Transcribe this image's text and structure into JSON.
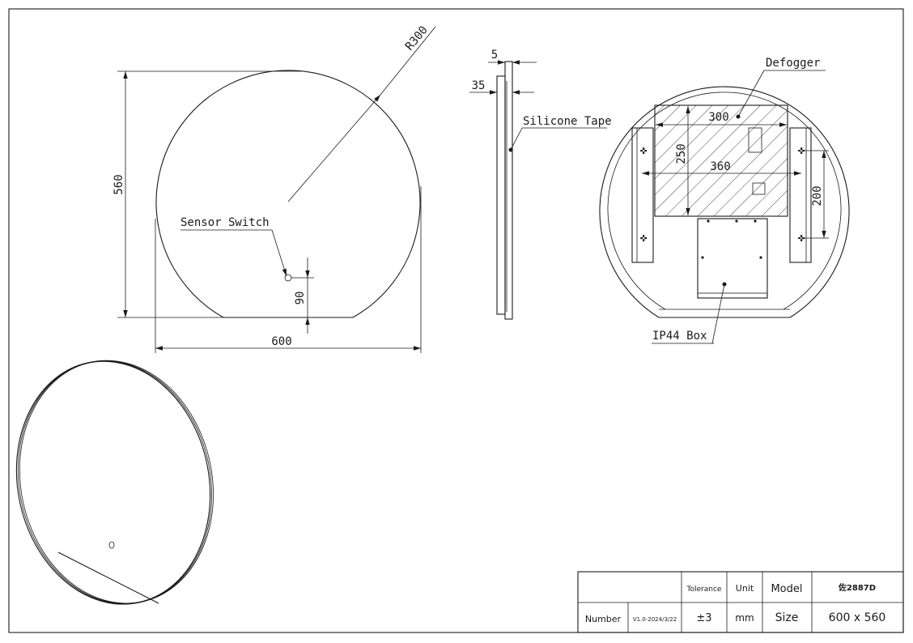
{
  "front_view": {
    "radius_label": "R300",
    "height_label": "560",
    "width_label": "600",
    "sensor_label": "Sensor Switch",
    "sensor_offset_label": "90"
  },
  "side_view": {
    "thickness_label": "5",
    "depth_label": "35",
    "tape_label": "Silicone Tape"
  },
  "back_view": {
    "defogger_label": "Defogger",
    "defogger_width_label": "300",
    "defogger_height_label": "250",
    "bracket_span_label": "360",
    "bracket_height_label": "200",
    "box_label": "IP44  Box"
  },
  "title_block": {
    "tolerance_header": "Tolerance",
    "unit_header": "Unit",
    "model_header": "Model",
    "model_value": "佐2887D",
    "number_header": "Number",
    "version": "V1.0-2024/3/22",
    "tolerance_value": "±3",
    "unit_value": "mm",
    "size_header": "Size",
    "size_value": "600 x 560"
  }
}
